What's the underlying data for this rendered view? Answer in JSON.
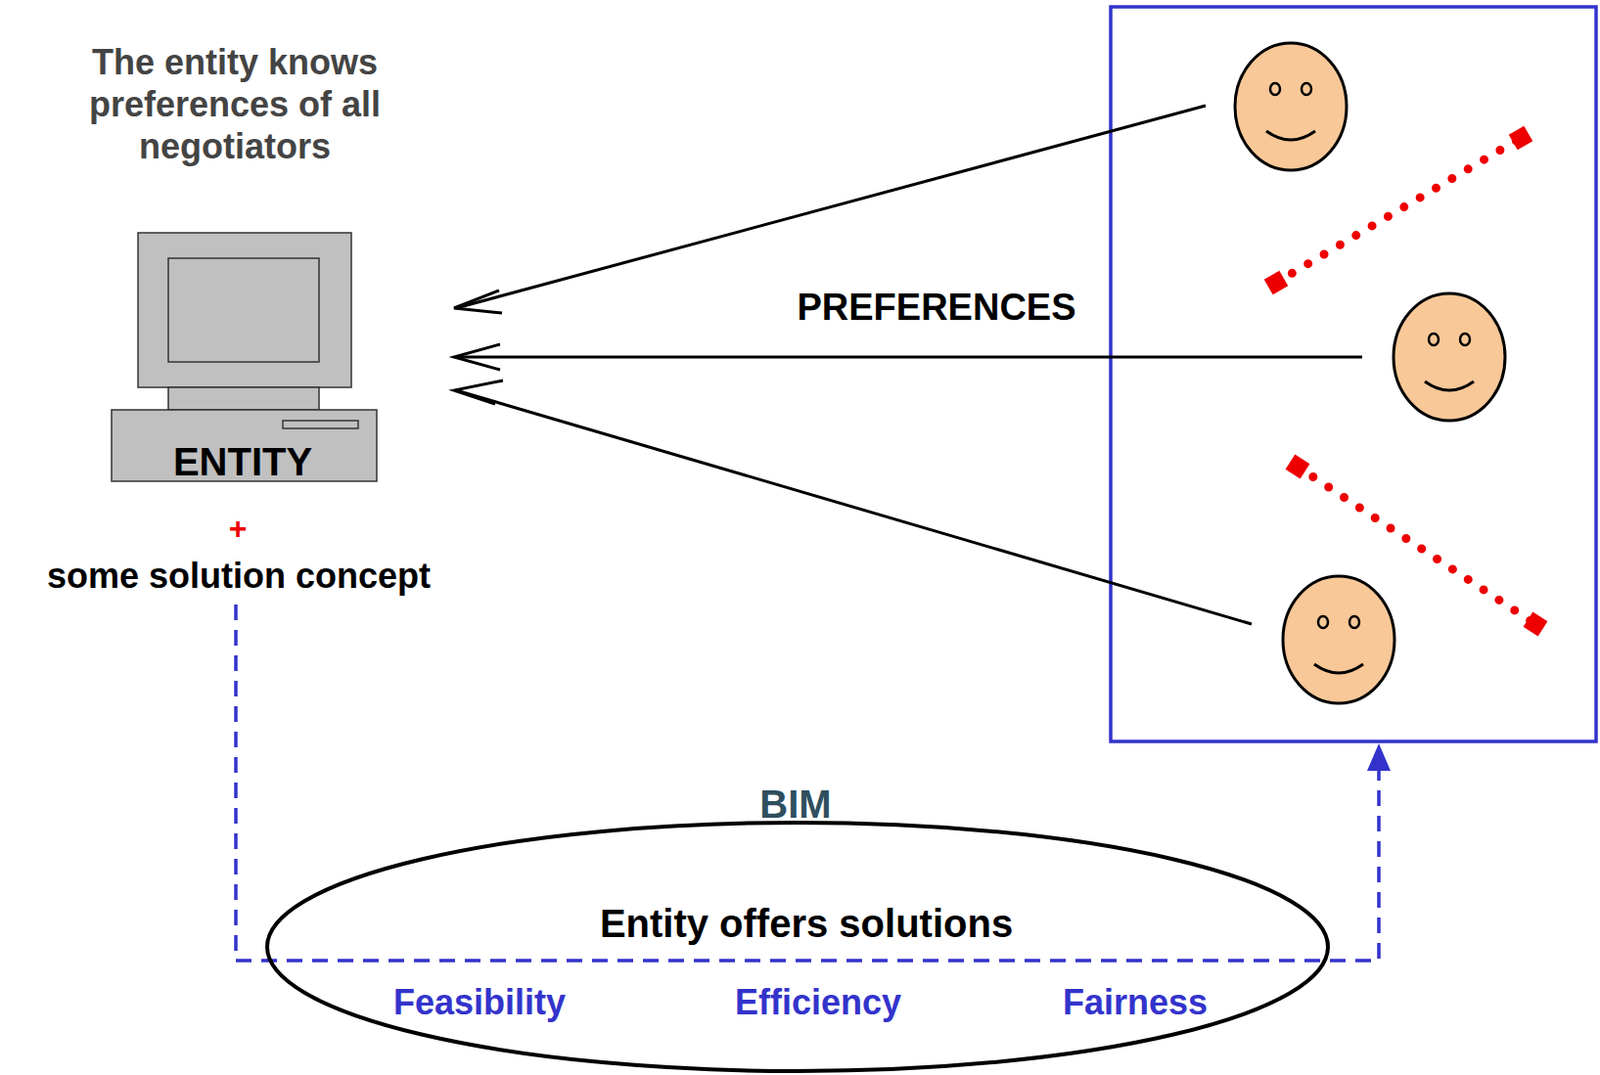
{
  "diagram": {
    "nodes": [
      {
        "text": [
          "The entity knows preferences of all negotiators",
          "ENTITY"
        ]
      },
      {
        "text": [
          "BIM",
          "Entity offers solutions",
          "Feasibility",
          "Efficiency",
          "Fairness"
        ]
      }
    ],
    "labels": [
      "PREFERENCES",
      "+",
      "some solution concept"
    ]
  }
}
